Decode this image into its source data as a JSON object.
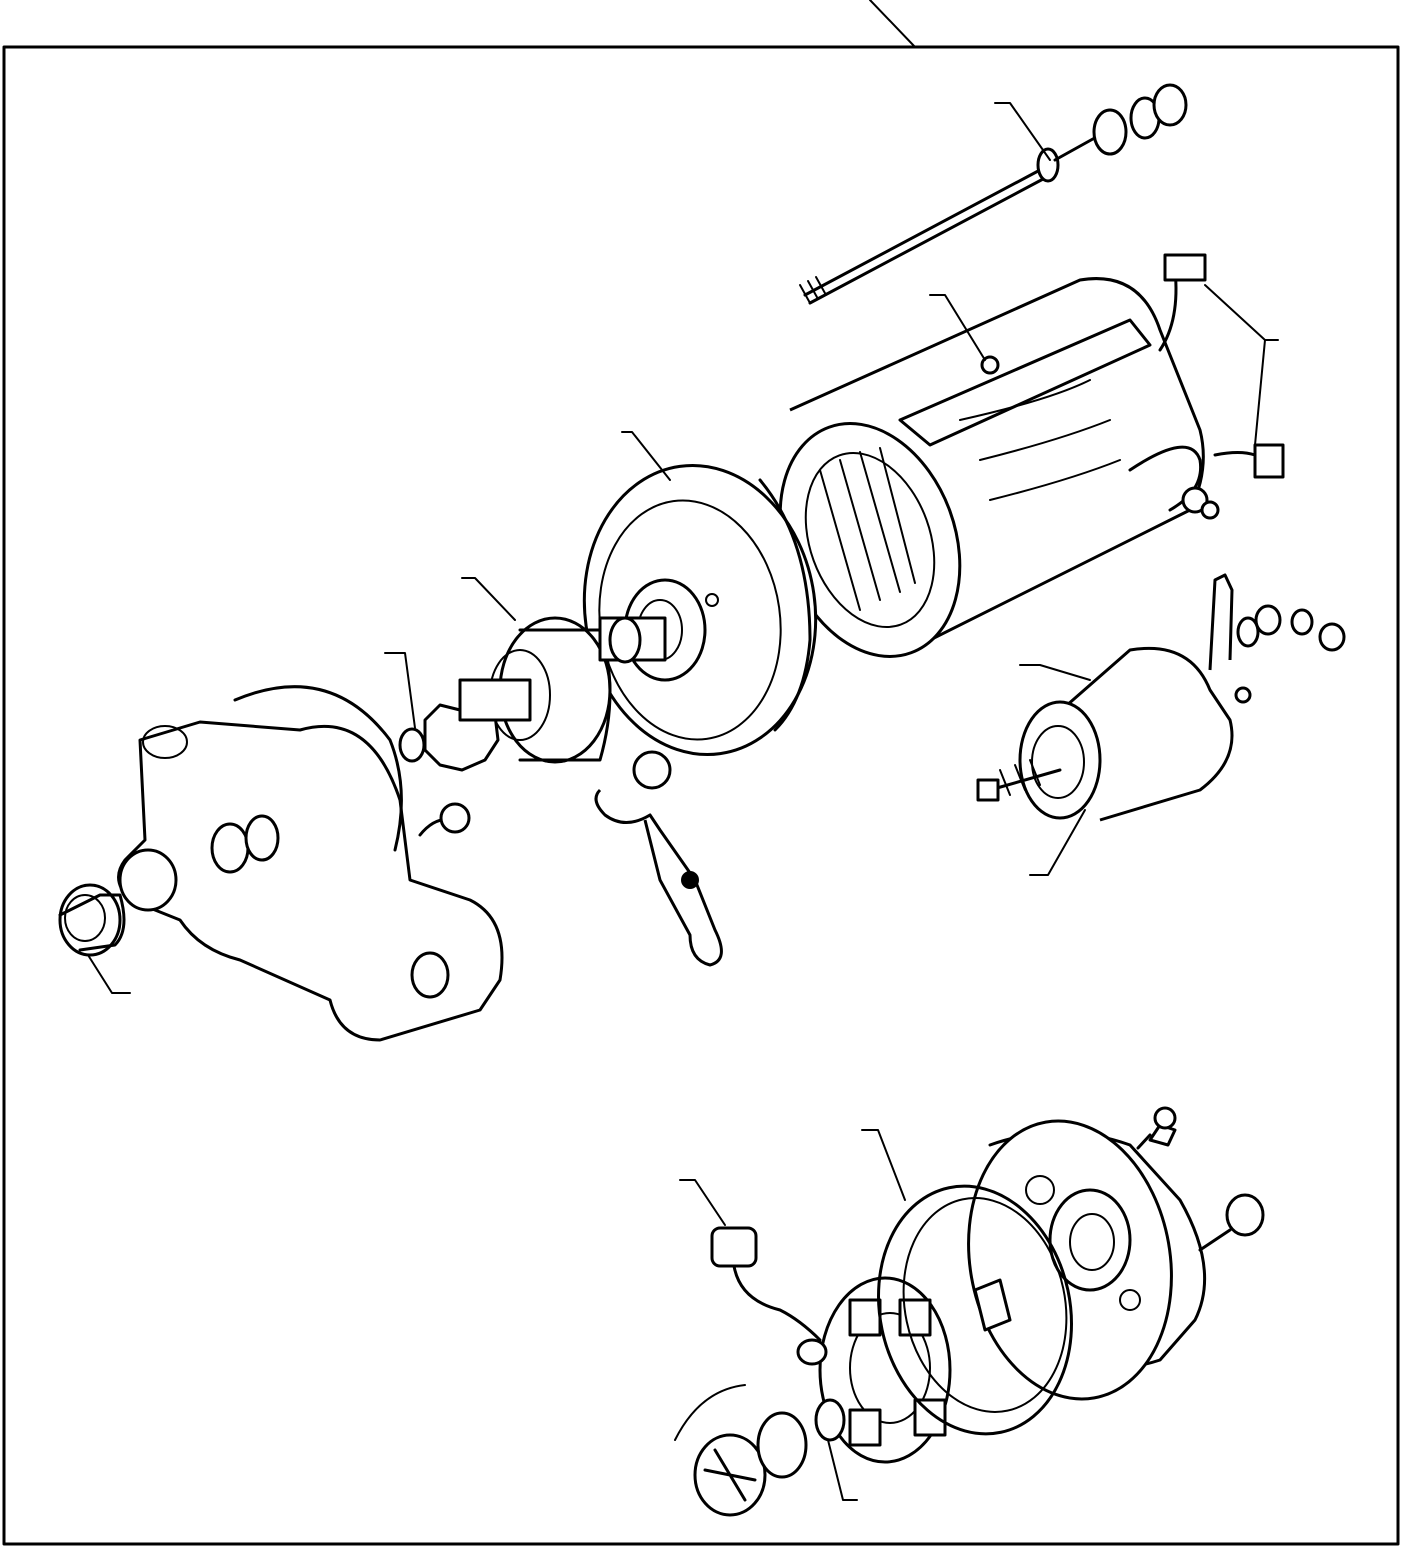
{
  "figure": {
    "kind": "exploded-view",
    "subject": "starter-motor",
    "line_color": "#000000",
    "background_color": "#ffffff",
    "callout_count": 13,
    "printed_labels": []
  }
}
